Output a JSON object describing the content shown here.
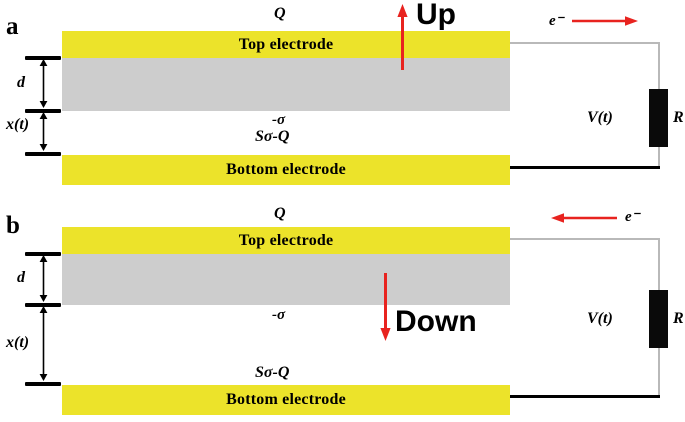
{
  "figure": {
    "type": "schematic-diagram",
    "description": "Two-panel schematic of a contact-separation triboelectric / electrostatic generator showing charge transfer for upward and downward motion of the dielectric-coated top electrode.",
    "colors": {
      "electrode_yellow": "#ECE32A",
      "dielectric_gray": "#CDCDCD",
      "arrow_red": "#E8231F",
      "wire_gray": "#B9B9B9",
      "wire_black": "#000000",
      "resistor_black": "#0A0A0A",
      "text_black": "#000000",
      "background": "#FFFFFF"
    }
  },
  "panels": [
    {
      "id": "a",
      "letter": "a",
      "top_electrode_label": "Top electrode",
      "bottom_electrode_label": "Bottom electrode",
      "charge_top": "Q",
      "charge_surface": "-σ",
      "charge_bottom": "Sσ-Q",
      "gap_label": "x(t)",
      "thickness_label": "d",
      "motion_word": "Up",
      "motion_direction": "up",
      "electron_label": "e⁻",
      "electron_direction": "right",
      "voltage_label": "V(t)",
      "resistor_label": "R"
    },
    {
      "id": "b",
      "letter": "b",
      "top_electrode_label": "Top electrode",
      "bottom_electrode_label": "Bottom electrode",
      "charge_top": "Q",
      "charge_surface": "-σ",
      "charge_bottom": "Sσ-Q",
      "gap_label": "x(t)",
      "thickness_label": "d",
      "motion_word": "Down",
      "motion_direction": "down",
      "electron_label": "e⁻",
      "electron_direction": "left",
      "voltage_label": "V(t)",
      "resistor_label": "R"
    }
  ]
}
